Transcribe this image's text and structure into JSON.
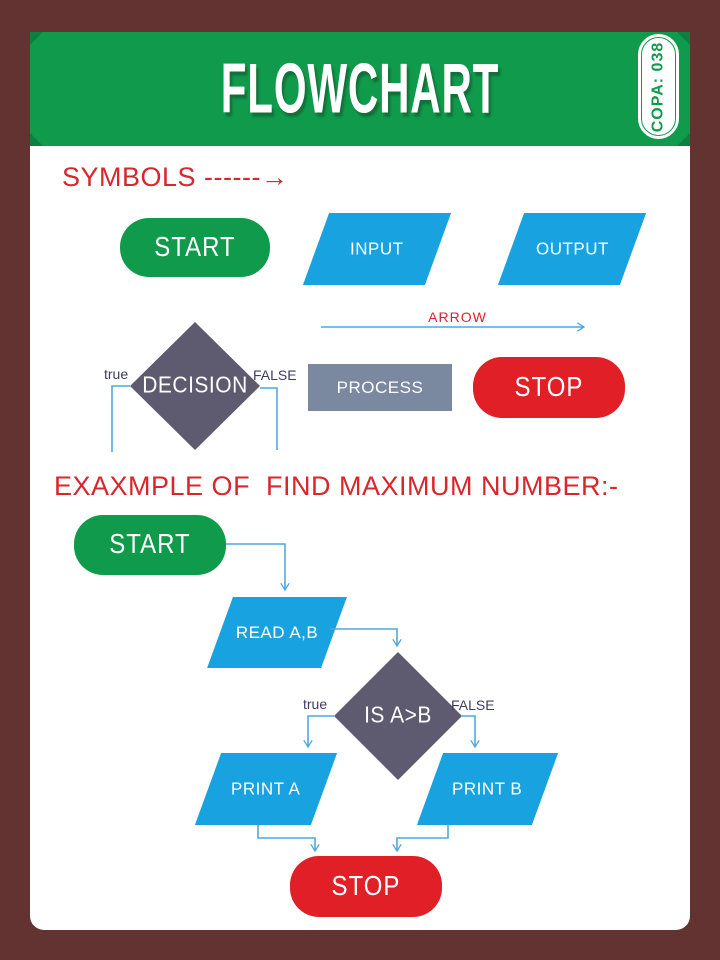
{
  "header": {
    "title": "FLOWCHART",
    "badge": "COPA: 038"
  },
  "symbols": {
    "heading": "SYMBOLS ------→",
    "start": "START",
    "input": "INPUT",
    "output": "OUTPUT",
    "arrow": "ARROW",
    "decision": "DECISION",
    "true_label": "true",
    "false_label": "FALSE",
    "process": "PROCESS",
    "stop": "STOP"
  },
  "example": {
    "heading": "EXAXMPLE OF  FIND MAXIMUM NUMBER:-",
    "start": "START",
    "read": "READ A,B",
    "decision": "IS A>B",
    "true_label": "true",
    "false_label": "FALSE",
    "print_a": "PRINT A",
    "print_b": "PRINT B",
    "stop": "STOP"
  },
  "colors": {
    "background_maroon": "#623331",
    "card_white": "#ffffff",
    "green": "#0f9b4b",
    "blue": "#18a3e0",
    "red": "#e01f26",
    "heading_red": "#d8262c",
    "diamond_gray": "#5e5b70",
    "process_gray": "#7b89a0",
    "connector_blue": "#4fa8dc",
    "branch_label_navy": "#3e3c62"
  }
}
